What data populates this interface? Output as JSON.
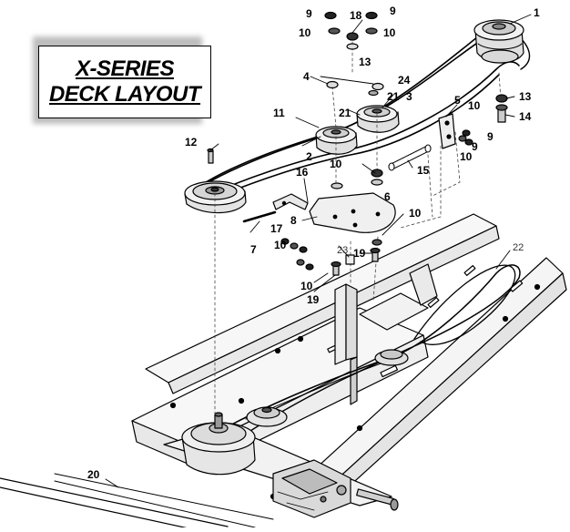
{
  "diagram": {
    "title_line1": "X-SERIES",
    "title_line2": "DECK LAYOUT",
    "callouts": {
      "c1": "1",
      "c2": "2",
      "c3": "3",
      "c4": "4",
      "c5": "5",
      "c6": "6",
      "c7": "7",
      "c8": "8",
      "c9a": "9",
      "c9b": "9",
      "c9c": "9",
      "c9d": "9",
      "c10a": "10",
      "c10b": "10",
      "c10c": "10",
      "c10d": "10",
      "c10e": "10",
      "c10f": "10",
      "c10g": "10",
      "c10h": "10",
      "c11": "11",
      "c12": "12",
      "c13a": "13",
      "c13b": "13",
      "c14": "14",
      "c15": "15",
      "c16": "16",
      "c17": "17",
      "c18": "18",
      "c19a": "19",
      "c19b": "19",
      "c20": "20",
      "c21a": "21",
      "c21b": "21",
      "c22": "22",
      "c23": "23",
      "c24": "24"
    }
  }
}
